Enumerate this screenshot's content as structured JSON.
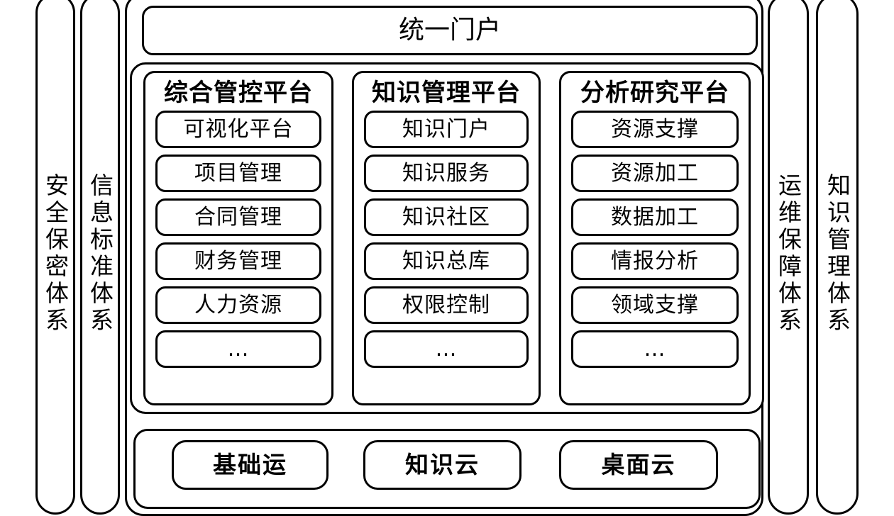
{
  "diagram": {
    "portal": {
      "label": "统一门户"
    },
    "left_pillars": [
      {
        "name": "security",
        "label": "安全保密体系"
      },
      {
        "name": "information-standard",
        "label": "信息标准体系"
      }
    ],
    "right_pillars": [
      {
        "name": "operations",
        "label": "运维保障体系"
      },
      {
        "name": "knowledge-management",
        "label": "知识管理体系"
      }
    ],
    "platforms": [
      {
        "name": "integrated-control",
        "title": "综合管控平台",
        "items": [
          "可视化平台",
          "项目管理",
          "合同管理",
          "财务管理",
          "人力资源",
          "…"
        ]
      },
      {
        "name": "knowledge-management",
        "title": "知识管理平台",
        "items": [
          "知识门户",
          "知识服务",
          "知识社区",
          "知识总库",
          "权限控制",
          "…"
        ]
      },
      {
        "name": "analysis-research",
        "title": "分析研究平台",
        "items": [
          "资源支撑",
          "资源加工",
          "数据加工",
          "情报分析",
          "领域支撑",
          "…"
        ]
      }
    ],
    "infrastructure": [
      {
        "name": "basic-ops",
        "label": "基础运"
      },
      {
        "name": "knowledge-cloud",
        "label": "知识云"
      },
      {
        "name": "desktop-cloud",
        "label": "桌面云"
      }
    ],
    "colors": {
      "stroke": "#000000",
      "background": "#ffffff"
    }
  }
}
